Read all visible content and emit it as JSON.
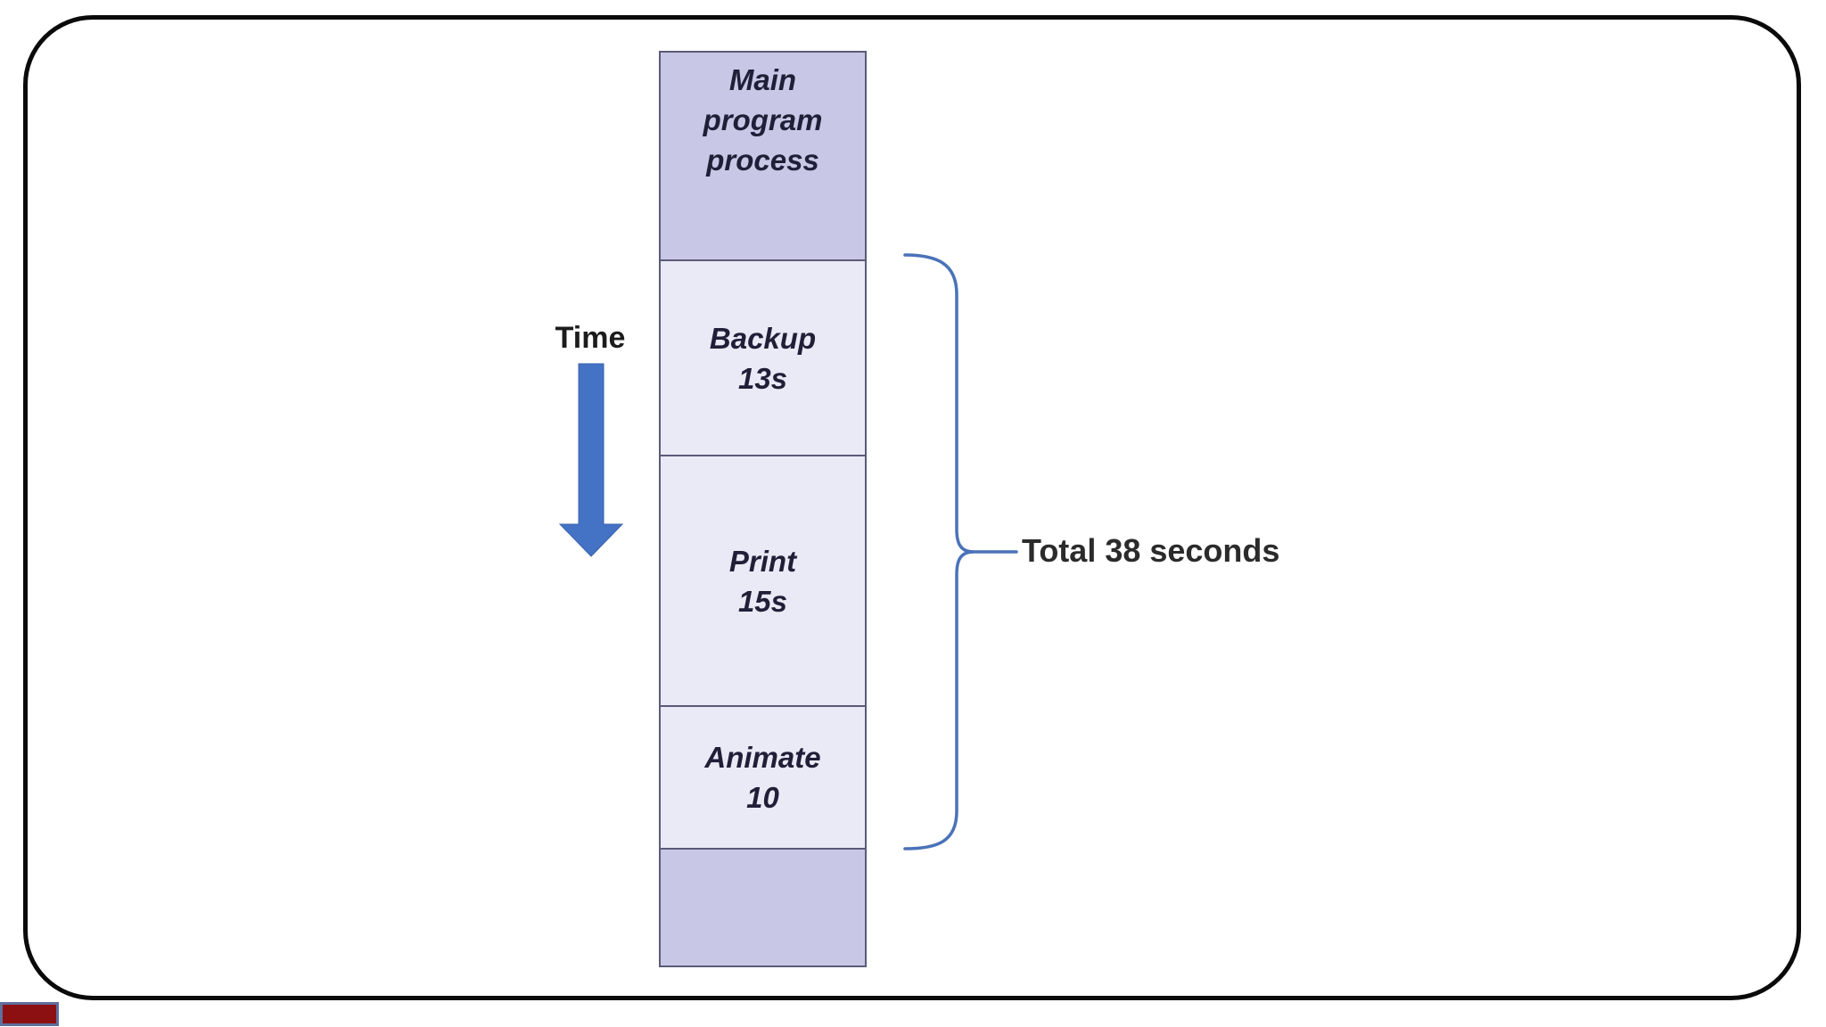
{
  "diagram": {
    "time_axis_label": "Time",
    "total_label": "Total 38 seconds",
    "total_seconds": 38,
    "stack": {
      "segments": [
        {
          "id": "main-program",
          "label": "Main\nprogram\nprocess",
          "kind": "header"
        },
        {
          "id": "backup",
          "label": "Backup\n13s",
          "duration_seconds": 13
        },
        {
          "id": "print",
          "label": "Print\n15s",
          "duration_seconds": 15
        },
        {
          "id": "animate",
          "label": "Animate\n10",
          "duration_seconds": 10
        },
        {
          "id": "spare",
          "label": "",
          "kind": "footer"
        }
      ]
    },
    "colors": {
      "segment_dark_fill": "#c8c8e6",
      "segment_light_fill": "#eaeaf6",
      "segment_border": "#5a5a78",
      "arrow_blue": "#4472c4",
      "brace_blue": "#4a72b8",
      "frame_border": "#0a0a0a",
      "red_chip_fill": "#8c1012",
      "red_chip_border": "#5f6f9e"
    }
  }
}
